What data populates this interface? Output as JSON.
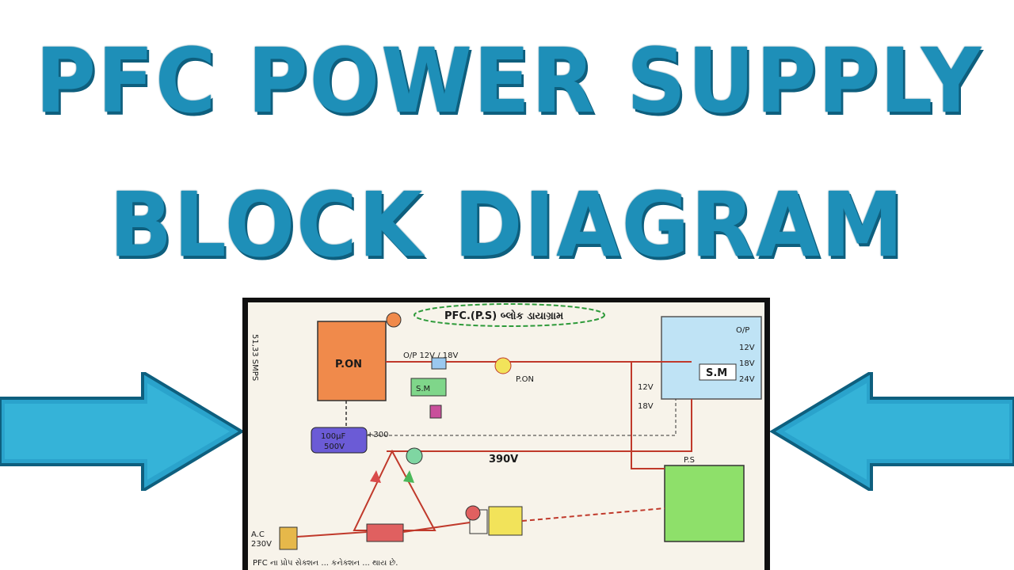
{
  "title": {
    "line1": "PFC POWER SUPPLY",
    "line2": "BLOCK DIAGRAM"
  },
  "colors": {
    "title_fill": "#1e8fb8",
    "title_shadow": "#0e5f7e",
    "arrow_fill": "#2aa3cc",
    "wire_red": "#c0392b",
    "block_orange": "#f08a4b",
    "block_green": "#8ee06a",
    "block_blue": "#bfe3f5",
    "block_yellow": "#f2e35a"
  },
  "diagram": {
    "heading": "PFC.(P.S) બ્લોક ડાયાગ્રામ",
    "box_standby": {
      "label": "P.ON"
    },
    "box_output": {
      "label": "S.M",
      "rows": [
        "O/P",
        "12V",
        "18V",
        "24V"
      ]
    },
    "box_pfc_label": "P.S",
    "cap_label1": "100μF",
    "cap_label2": "500V",
    "bus_label": "390V",
    "op_label": "O/P 12V / 18V",
    "side_label1": "12V",
    "side_label2": "18V",
    "v300": "+300",
    "ac_label1": "A.C",
    "ac_label2": "230V",
    "sm_label": "S.M",
    "pon_label": "P.ON",
    "sps_label": "51,33 SMPS",
    "footer": "PFC ના પ્રોપ સેક્શન ... કનેક્શન ... થાય છે."
  }
}
